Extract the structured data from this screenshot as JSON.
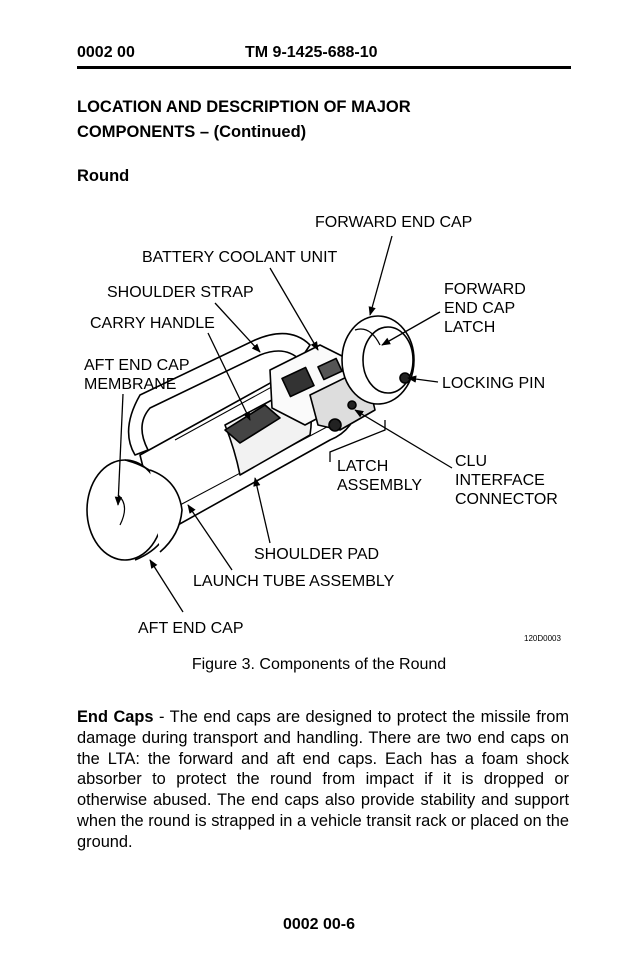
{
  "header": {
    "left": "0002 00",
    "center": "TM 9-1425-688-10"
  },
  "section_title_line1": "LOCATION AND DESCRIPTION OF MAJOR",
  "section_title_line2": "COMPONENTS – (Continued)",
  "subsection_title": "Round",
  "figure": {
    "labels": {
      "forward_end_cap": "FORWARD END CAP",
      "battery_coolant_unit": "BATTERY COOLANT UNIT",
      "shoulder_strap": "SHOULDER STRAP",
      "carry_handle": "CARRY HANDLE",
      "aft_end_cap_membrane_1": "AFT END CAP",
      "aft_end_cap_membrane_2": "MEMBRANE",
      "forward_end_cap_latch_1": "FORWARD",
      "forward_end_cap_latch_2": "END CAP",
      "forward_end_cap_latch_3": "LATCH",
      "locking_pin": "LOCKING PIN",
      "latch_assembly_1": "LATCH",
      "latch_assembly_2": "ASSEMBLY",
      "clu_interface_1": "CLU",
      "clu_interface_2": "INTERFACE",
      "clu_interface_3": "CONNECTOR",
      "shoulder_pad": "SHOULDER PAD",
      "launch_tube_assembly": "LAUNCH TUBE ASSEMBLY",
      "aft_end_cap": "AFT END CAP",
      "figure_id": "120D0003"
    },
    "caption": "Figure 3.  Components of the Round"
  },
  "paragraph": {
    "term": "End Caps",
    "text": " - The end caps are designed to protect the missile from damage during transport and handling. There are two end caps on the LTA: the forward and aft end caps. Each has a foam shock absorber to protect the round from impact if it is dropped or otherwise abused. The end caps also provide stability and support when the round is strapped in a vehicle transit rack or placed on the ground."
  },
  "footer": {
    "page": "0002 00-6"
  }
}
